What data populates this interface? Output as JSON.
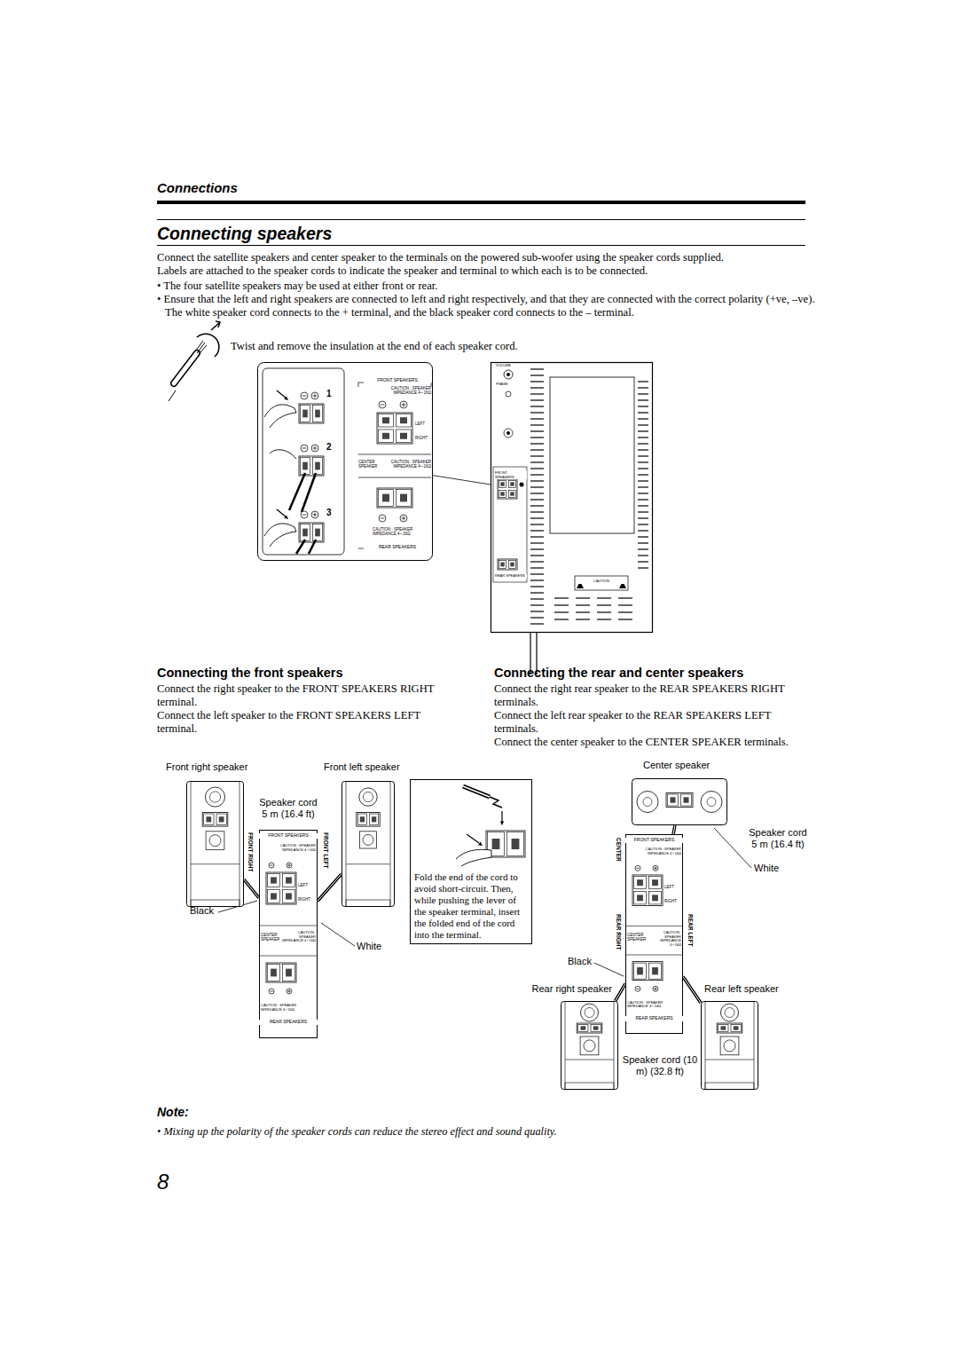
{
  "diagram": {
    "title": "Connecting speakers",
    "nodes": [
      {
        "text": [
          "1",
          "2",
          "3",
          "FRONT SPEAKERS",
          "CAUTION : SPEAKER IMPEDANCE 4∼16Ω",
          "LEFT",
          "RIGHT",
          "CENTER SPEAKER",
          "CAUTION : SPEAKER IMPEDANCE 4∼16Ω",
          "CAUTION : SPEAKER IMPEDANCE 4∼16Ω",
          "REAR SPEAKERS"
        ]
      },
      {
        "text": [
          "VOLUME",
          "PHASE",
          "FRONT SPEAKERS",
          "REAR SPEAKERS",
          "CAUTION"
        ]
      },
      {
        "text": [
          "Front right speaker"
        ]
      },
      {
        "text": [
          "Front left speaker"
        ]
      },
      {
        "text": [
          "FRONT SPEAKERS",
          "CAUTION : SPEAKER IMPEDANCE 4∼16Ω",
          "LEFT",
          "RIGHT",
          "CENTER SPEAKER",
          "CAUTION : SPEAKER IMPEDANCE 4∼16Ω",
          "CAUTION : SPEAKER IMPEDANCE 4∼16Ω",
          "REAR SPEAKERS"
        ]
      },
      {
        "text": [
          "Fold the end of the cord to avoid short-circuit. Then, while pushing the lever of the speaker terminal, insert the folded end of the cord into the terminal."
        ]
      },
      {
        "text": [
          "Center speaker"
        ]
      },
      {
        "text": [
          "FRONT SPEAKERS",
          "CAUTION : SPEAKER IMPEDANCE 4∼16Ω",
          "LEFT",
          "RIGHT",
          "CENTER SPEAKER",
          "CAUTION : SPEAKER IMPEDANCE 4∼16Ω",
          "CAUTION : SPEAKER IMPEDANCE 4∼16Ω",
          "REAR SPEAKERS"
        ]
      },
      {
        "text": [
          "Rear right speaker"
        ]
      },
      {
        "text": [
          "Rear left speaker"
        ]
      }
    ],
    "edges": [
      {
        "from": 0,
        "to": 1,
        "arrow": "none"
      },
      {
        "from": 2,
        "to": 4,
        "arrow": "none"
      },
      {
        "from": 3,
        "to": 4,
        "arrow": "none"
      },
      {
        "from": 6,
        "to": 7,
        "arrow": "none"
      },
      {
        "from": 8,
        "to": 7,
        "arrow": "none"
      },
      {
        "from": 9,
        "to": 7,
        "arrow": "none"
      }
    ],
    "labels": [
      "Connections",
      "Connect the satellite speakers and center speaker to the terminals on the powered sub-woofer using the speaker cords supplied.",
      "Labels are attached to the speaker cords to indicate the speaker and terminal to which each is to be connected.",
      "• The four satellite speakers may be used at either front or rear.",
      "• Ensure that the left and right speakers are connected to left and right respectively, and that they are connected with the correct polarity (+ve, –ve). The white speaker cord connects to the + terminal, and the black speaker cord connects to the – terminal.",
      "Twist and remove the insulation at the end of each speaker cord.",
      "Connecting the front speakers",
      "Connect the right speaker to the FRONT SPEAKERS RIGHT terminal.",
      "Connect the left speaker to the FRONT SPEAKERS LEFT terminal.",
      "Connecting the rear and center speakers",
      "Connect the right rear speaker to the REAR SPEAKERS RIGHT terminals.",
      "Connect the left rear speaker to the REAR SPEAKERS LEFT terminals.",
      "Connect the center speaker to the CENTER SPEAKER terminals.",
      "Speaker cord 5 m (16.4 ft)",
      "FRONT RIGHT",
      "FRONT LEFT",
      "Black",
      "White",
      "CENTER",
      "Speaker cord 5 m (16.4 ft)",
      "White",
      "Black",
      "REAR RIGHT",
      "REAR LEFT",
      "Speaker cord (10 m) (32.8 ft)",
      "Note:",
      "• Mixing up the polarity of the speaker cords can reduce the stereo effect and sound quality.",
      "8"
    ]
  }
}
